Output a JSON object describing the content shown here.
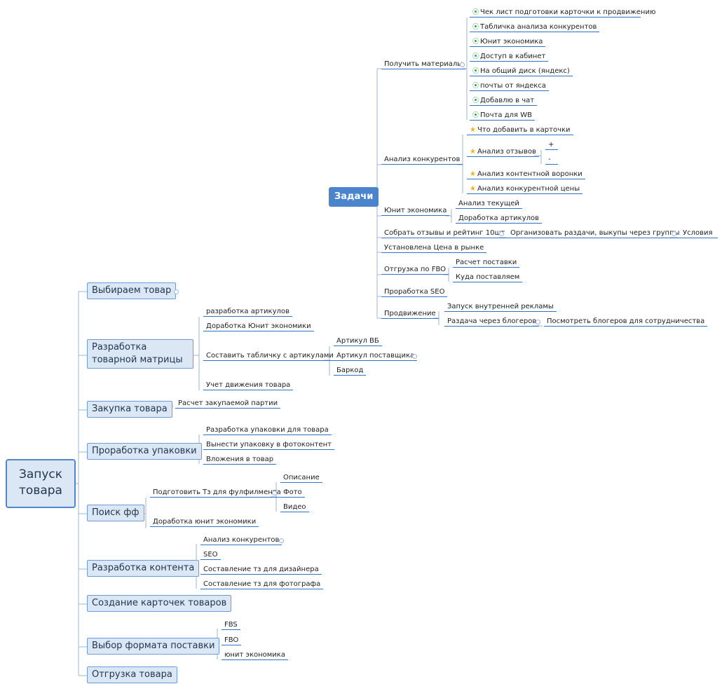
{
  "root": "Запуск товара",
  "tasks": {
    "title": "Задачи",
    "get_materials": {
      "label": "Получить материалы",
      "items": [
        "Чек лист подготовки карточки к продвижению",
        "Табличка анализа конкурентов",
        "Юнит экономика",
        "Доступ в кабинет",
        "На общий диск (яндекс)",
        "почты от яндекса",
        "Добавлю в чат",
        "Почта для WB"
      ]
    },
    "competitors": {
      "label": "Анализ конкурентов",
      "items": [
        "Что добавить в карточки",
        "Анализ отзывов",
        "Анализ контентной воронки",
        "Анализ конкурентной цены"
      ],
      "reviews_sub": [
        "+",
        "-"
      ]
    },
    "unit": {
      "label": "Юнит экономика",
      "items": [
        "Анализ текущей",
        "Доработка артикулов"
      ]
    },
    "reviews": {
      "label": "Собрать отзывы и рейтинг 10шт",
      "sub": "Организовать раздачи, выкупы через группы",
      "sub2": "Условия"
    },
    "price": "Установлена Цена в рынке",
    "fbo": {
      "label": "Отгрузка по FBO",
      "items": [
        "Расчет поставки",
        "Куда поставляем"
      ]
    },
    "seo": "Проработка SEO",
    "promo": {
      "label": "Продвижение",
      "items": [
        "Запуск внутренней рекламы",
        "Раздача через блогеров"
      ],
      "bloggers_sub": "Посмотреть блогеров для сотрудничества"
    }
  },
  "branches": {
    "choose": "Выбираем товар",
    "matrix": {
      "label": "Разработка товарной матрицы",
      "items": [
        "разработка артикулов",
        "Доработка Юнит экономики",
        "Составить табличку с артикулами",
        "Учет движения товара"
      ],
      "table_sub": [
        "Артикул ВБ",
        "Артикул поставщика",
        "Баркод"
      ]
    },
    "purchase": {
      "label": "Закупка товара",
      "items": [
        "Расчет закупаемой партии"
      ]
    },
    "packaging": {
      "label": "Проработка упаковки",
      "items": [
        "Разработка упаковки для товара",
        "Вынести упаковку в фотоконтент",
        "Вложения в товар"
      ]
    },
    "ff": {
      "label": "Поиск фф",
      "items": [
        "Подготовить Тз для фулфилмента",
        "Доработка юнит экономики"
      ],
      "tz_sub": [
        "Описание",
        "Фото",
        "Видео"
      ]
    },
    "content": {
      "label": "Разработка контента",
      "items": [
        "Анализ конкурентов",
        "SEO",
        "Составление тз для дизайнера",
        "Составление тз для фотографа"
      ]
    },
    "cards": "Создание карточек товаров",
    "format": {
      "label": "Выбор формата поставки",
      "items": [
        "FBS",
        "FBO",
        "юнит экономика"
      ]
    },
    "shipping": "Отгрузка товара"
  },
  "colors": {
    "line": "#2f74c6",
    "connector": "#9bb4d6",
    "node_fill": "#dce7f6",
    "node_border": "#6f9bd6",
    "tasks_fill": "#4a84cc",
    "check": "#2aa84a",
    "star": "#f2b01e"
  },
  "icons": {
    "done": "check-circle-icon",
    "priority": "star-icon",
    "collapsed": "collapse-dot-icon"
  }
}
